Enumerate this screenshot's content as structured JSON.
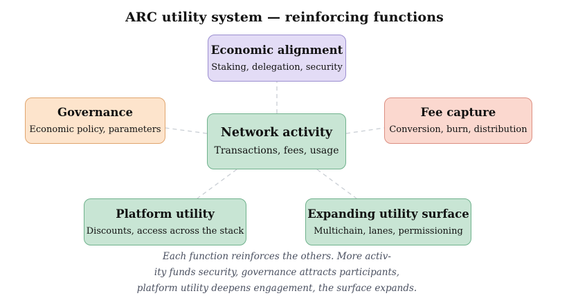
{
  "title": "ARC utility system — reinforcing functions",
  "nodes": {
    "economic_alignment": {
      "title": "Economic alignment",
      "subtitle": "Staking, delegation, security"
    },
    "governance": {
      "title": "Governance",
      "subtitle": "Economic policy, parameters"
    },
    "network_activity": {
      "title": "Network activity",
      "subtitle": "Transactions, fees, usage"
    },
    "fee_capture": {
      "title": "Fee capture",
      "subtitle": "Conversion, burn, distribution"
    },
    "platform_utility": {
      "title": "Platform utility",
      "subtitle": "Discounts, access across the stack"
    },
    "expanding_utility_surface": {
      "title": "Expanding utility surface",
      "subtitle": "Multichain, lanes, permissioning"
    }
  },
  "caption": {
    "lines": [
      "Each function reinforces the others. More activ-",
      "ity funds security, governance attracts participants,",
      "platform utility deepens engagement, the surface expands."
    ]
  },
  "colors": {
    "purple_fill": "#e3dcf6",
    "orange_fill": "#fde4cc",
    "red_fill": "#fbd8cf",
    "green_fill": "#c8e5d4",
    "connector": "#c9ced4",
    "caption_text": "#4a5060"
  }
}
